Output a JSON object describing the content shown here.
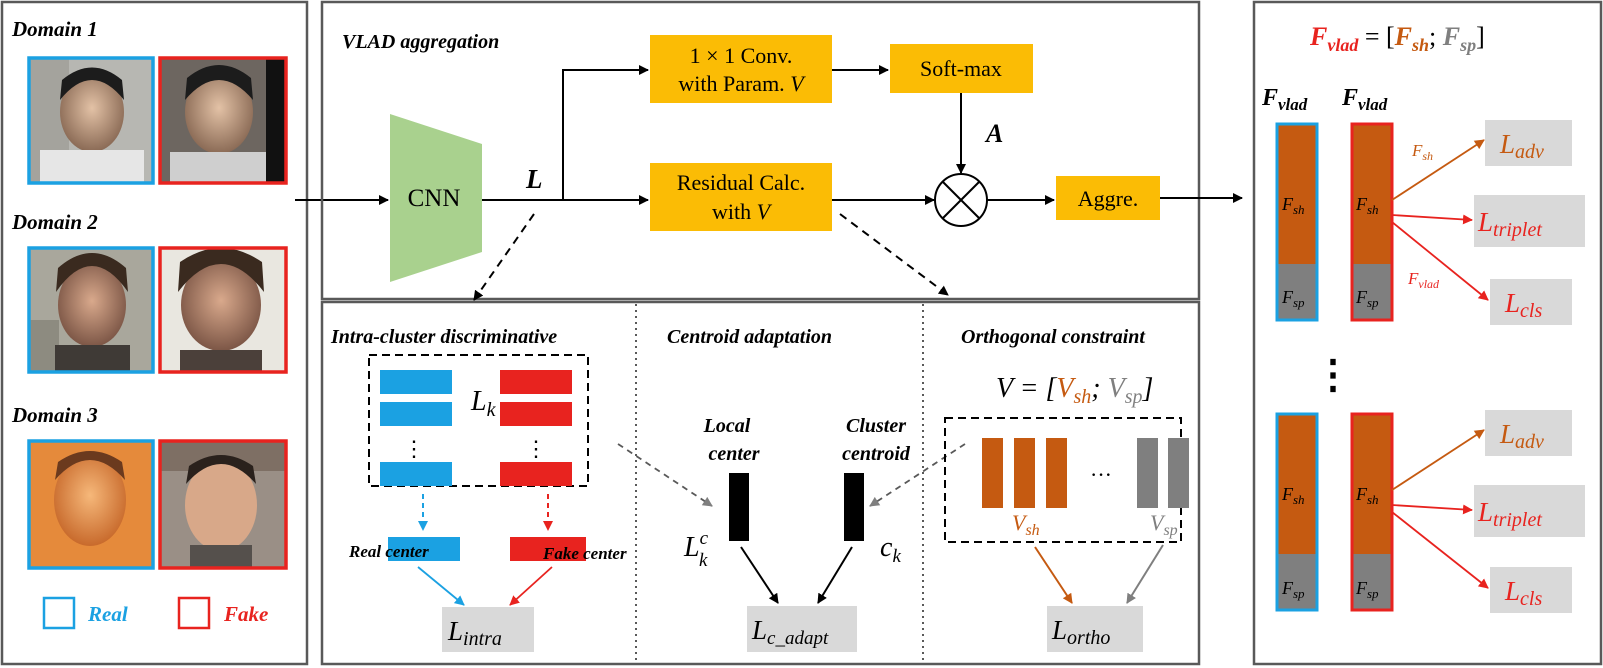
{
  "colors": {
    "real": "#1ba1e2",
    "fake": "#e8231f",
    "orange": "#fbbc05",
    "shared": "#c55a11",
    "specific": "#7f7f7f",
    "loss_box": "#d9d9d9",
    "cnn": "#a9d18e"
  },
  "left": {
    "domains": [
      {
        "label": "Domain 1"
      },
      {
        "label": "Domain 2"
      },
      {
        "label": "Domain 3"
      }
    ],
    "legend_real": "Real",
    "legend_fake": "Fake"
  },
  "vlad": {
    "title": "VLAD aggregation",
    "cnn": "CNN",
    "L": "L",
    "A": "A",
    "conv_line1": "1 × 1 Conv.",
    "conv_line2": "with Param. ",
    "conv_v": "V",
    "residual_line1": "Residual Calc.",
    "residual_line2": "with ",
    "residual_v": "V",
    "softmax": "Soft-max",
    "aggre": "Aggre."
  },
  "intra": {
    "title": "Intra-cluster discriminative",
    "lk": "L",
    "lk_sub": "k",
    "dots": "⋮",
    "real_center": "Real center",
    "fake_center": "Fake center",
    "loss_main": "L",
    "loss_sub": "intra"
  },
  "centroid": {
    "title": "Centroid adaptation",
    "local_line1": "Local",
    "local_line2": "center",
    "cluster_line1": "Cluster",
    "cluster_line2": "centroid",
    "lkc_main": "L",
    "lkc_sup": "c",
    "lkc_sub": "k",
    "ck_main": "c",
    "ck_sub": "k",
    "loss_main": "L",
    "loss_sub": "c_adapt"
  },
  "ortho": {
    "title": "Orthogonal constraint",
    "eq_prefix": "V = [",
    "eq_vsh_main": "V",
    "eq_vsh_sub": "sh",
    "eq_sep": "; ",
    "eq_vsp_main": "V",
    "eq_vsp_sub": "sp",
    "eq_close": "]",
    "dots": "···",
    "vsh_main": "V",
    "vsh_sub": "sh",
    "vsp_main": "V",
    "vsp_sub": "sp",
    "loss_main": "L",
    "loss_sub": "ortho"
  },
  "right": {
    "eq_f": "F",
    "eq_f_sub": "vlad",
    "eq_mid": " = [",
    "eq_fsh": "F",
    "eq_fsh_sub": "sh",
    "eq_sep": "; ",
    "eq_fsp": "F",
    "eq_fsp_sub": "sp",
    "eq_close": "]",
    "fvlad": "F",
    "fvlad_sub": "vlad",
    "fsh": "F",
    "fsh_sub": "sh",
    "fsp": "F",
    "fsp_sub": "sp",
    "arrow_fsh": "F",
    "arrow_fsh_sub": "sh",
    "arrow_fvlad": "F",
    "arrow_fvlad_sub": "vlad",
    "vdots": "⋮",
    "l_adv": "L",
    "l_adv_sub": "adv",
    "l_triplet": "L",
    "l_triplet_sub": "triplet",
    "l_cls": "L",
    "l_cls_sub": "cls"
  }
}
